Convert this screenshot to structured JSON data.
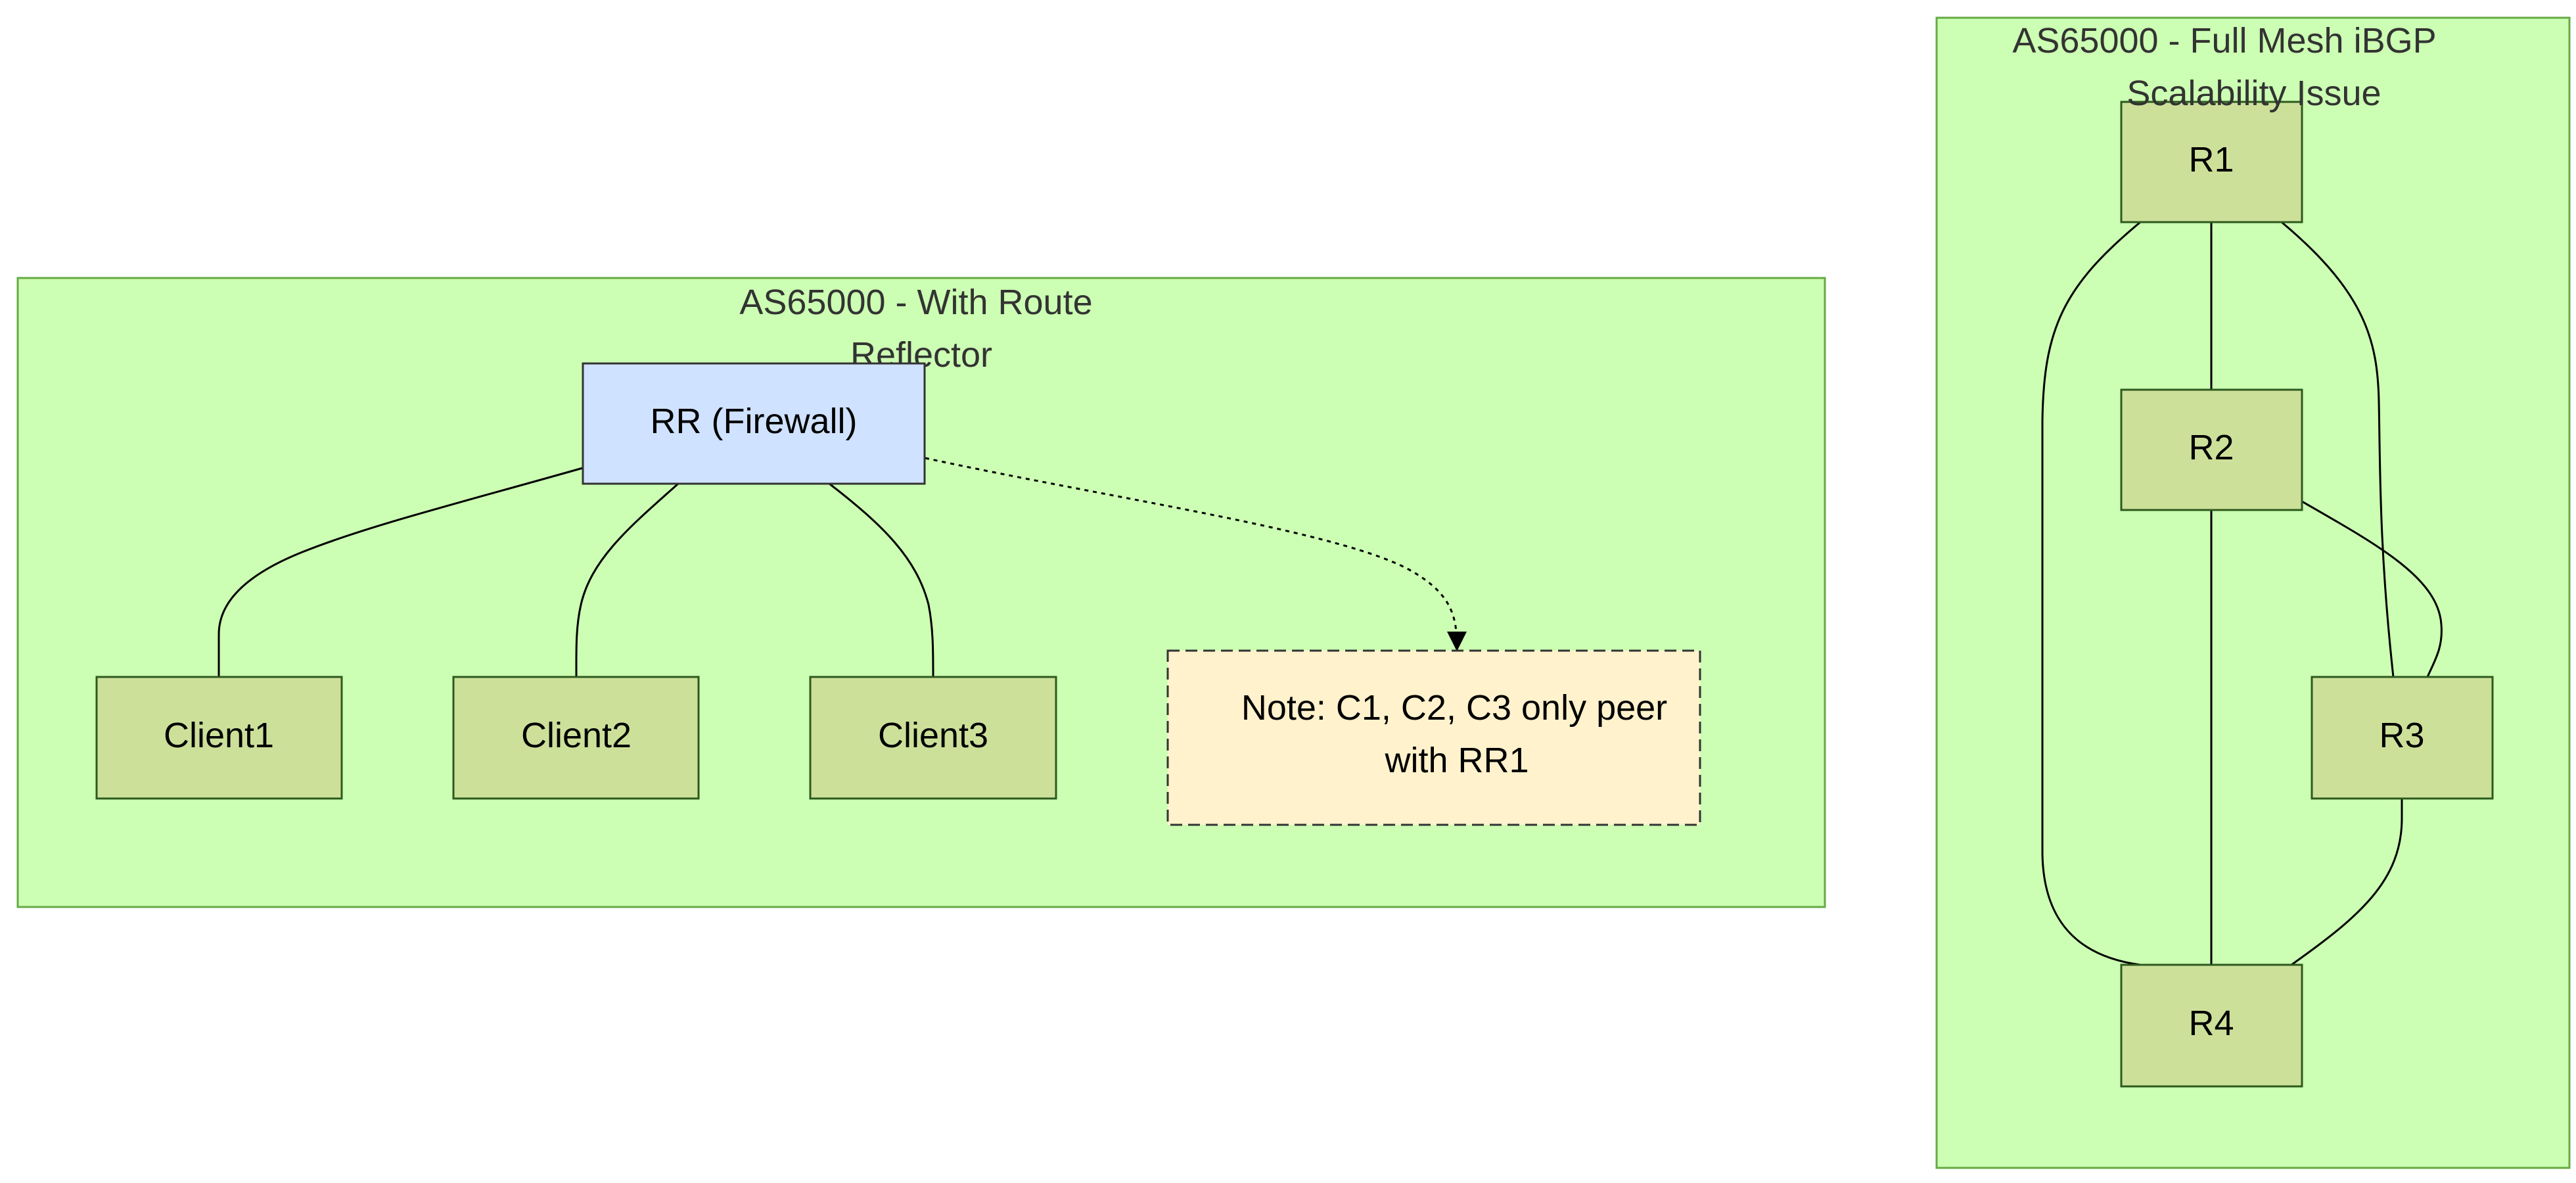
{
  "colors": {
    "cluster_fill": "#ccffb3",
    "cluster_stroke": "#66aa44",
    "node_fill": "#cde09a",
    "node_stroke": "#2d5a1e",
    "rr_fill": "#cfe2ff",
    "rr_stroke": "#333333",
    "note_fill": "#fff2cc",
    "note_stroke": "#333333",
    "edge": "#000000"
  },
  "clusters": {
    "route_reflector": {
      "title_line1": "AS65000 - With Route",
      "title_line2": "Reflector"
    },
    "full_mesh": {
      "title_line1": "AS65000 - Full Mesh iBGP",
      "title_line2": "Scalability Issue"
    }
  },
  "nodes": {
    "rr": "RR (Firewall)",
    "client1": "Client1",
    "client2": "Client2",
    "client3": "Client3",
    "r1": "R1",
    "r2": "R2",
    "r3": "R3",
    "r4": "R4"
  },
  "note": {
    "line1": "Note: C1, C2, C3 only peer",
    "line2": "with RR1"
  },
  "edges": [
    {
      "from": "RR (Firewall)",
      "to": "Client1",
      "style": "solid"
    },
    {
      "from": "RR (Firewall)",
      "to": "Client2",
      "style": "solid"
    },
    {
      "from": "RR (Firewall)",
      "to": "Client3",
      "style": "solid"
    },
    {
      "from": "RR (Firewall)",
      "to": "Note",
      "style": "dotted",
      "arrow": true
    },
    {
      "from": "R1",
      "to": "R2",
      "style": "solid"
    },
    {
      "from": "R1",
      "to": "R3",
      "style": "solid"
    },
    {
      "from": "R1",
      "to": "R4",
      "style": "solid"
    },
    {
      "from": "R2",
      "to": "R3",
      "style": "solid"
    },
    {
      "from": "R2",
      "to": "R4",
      "style": "solid"
    },
    {
      "from": "R3",
      "to": "R4",
      "style": "solid"
    }
  ]
}
